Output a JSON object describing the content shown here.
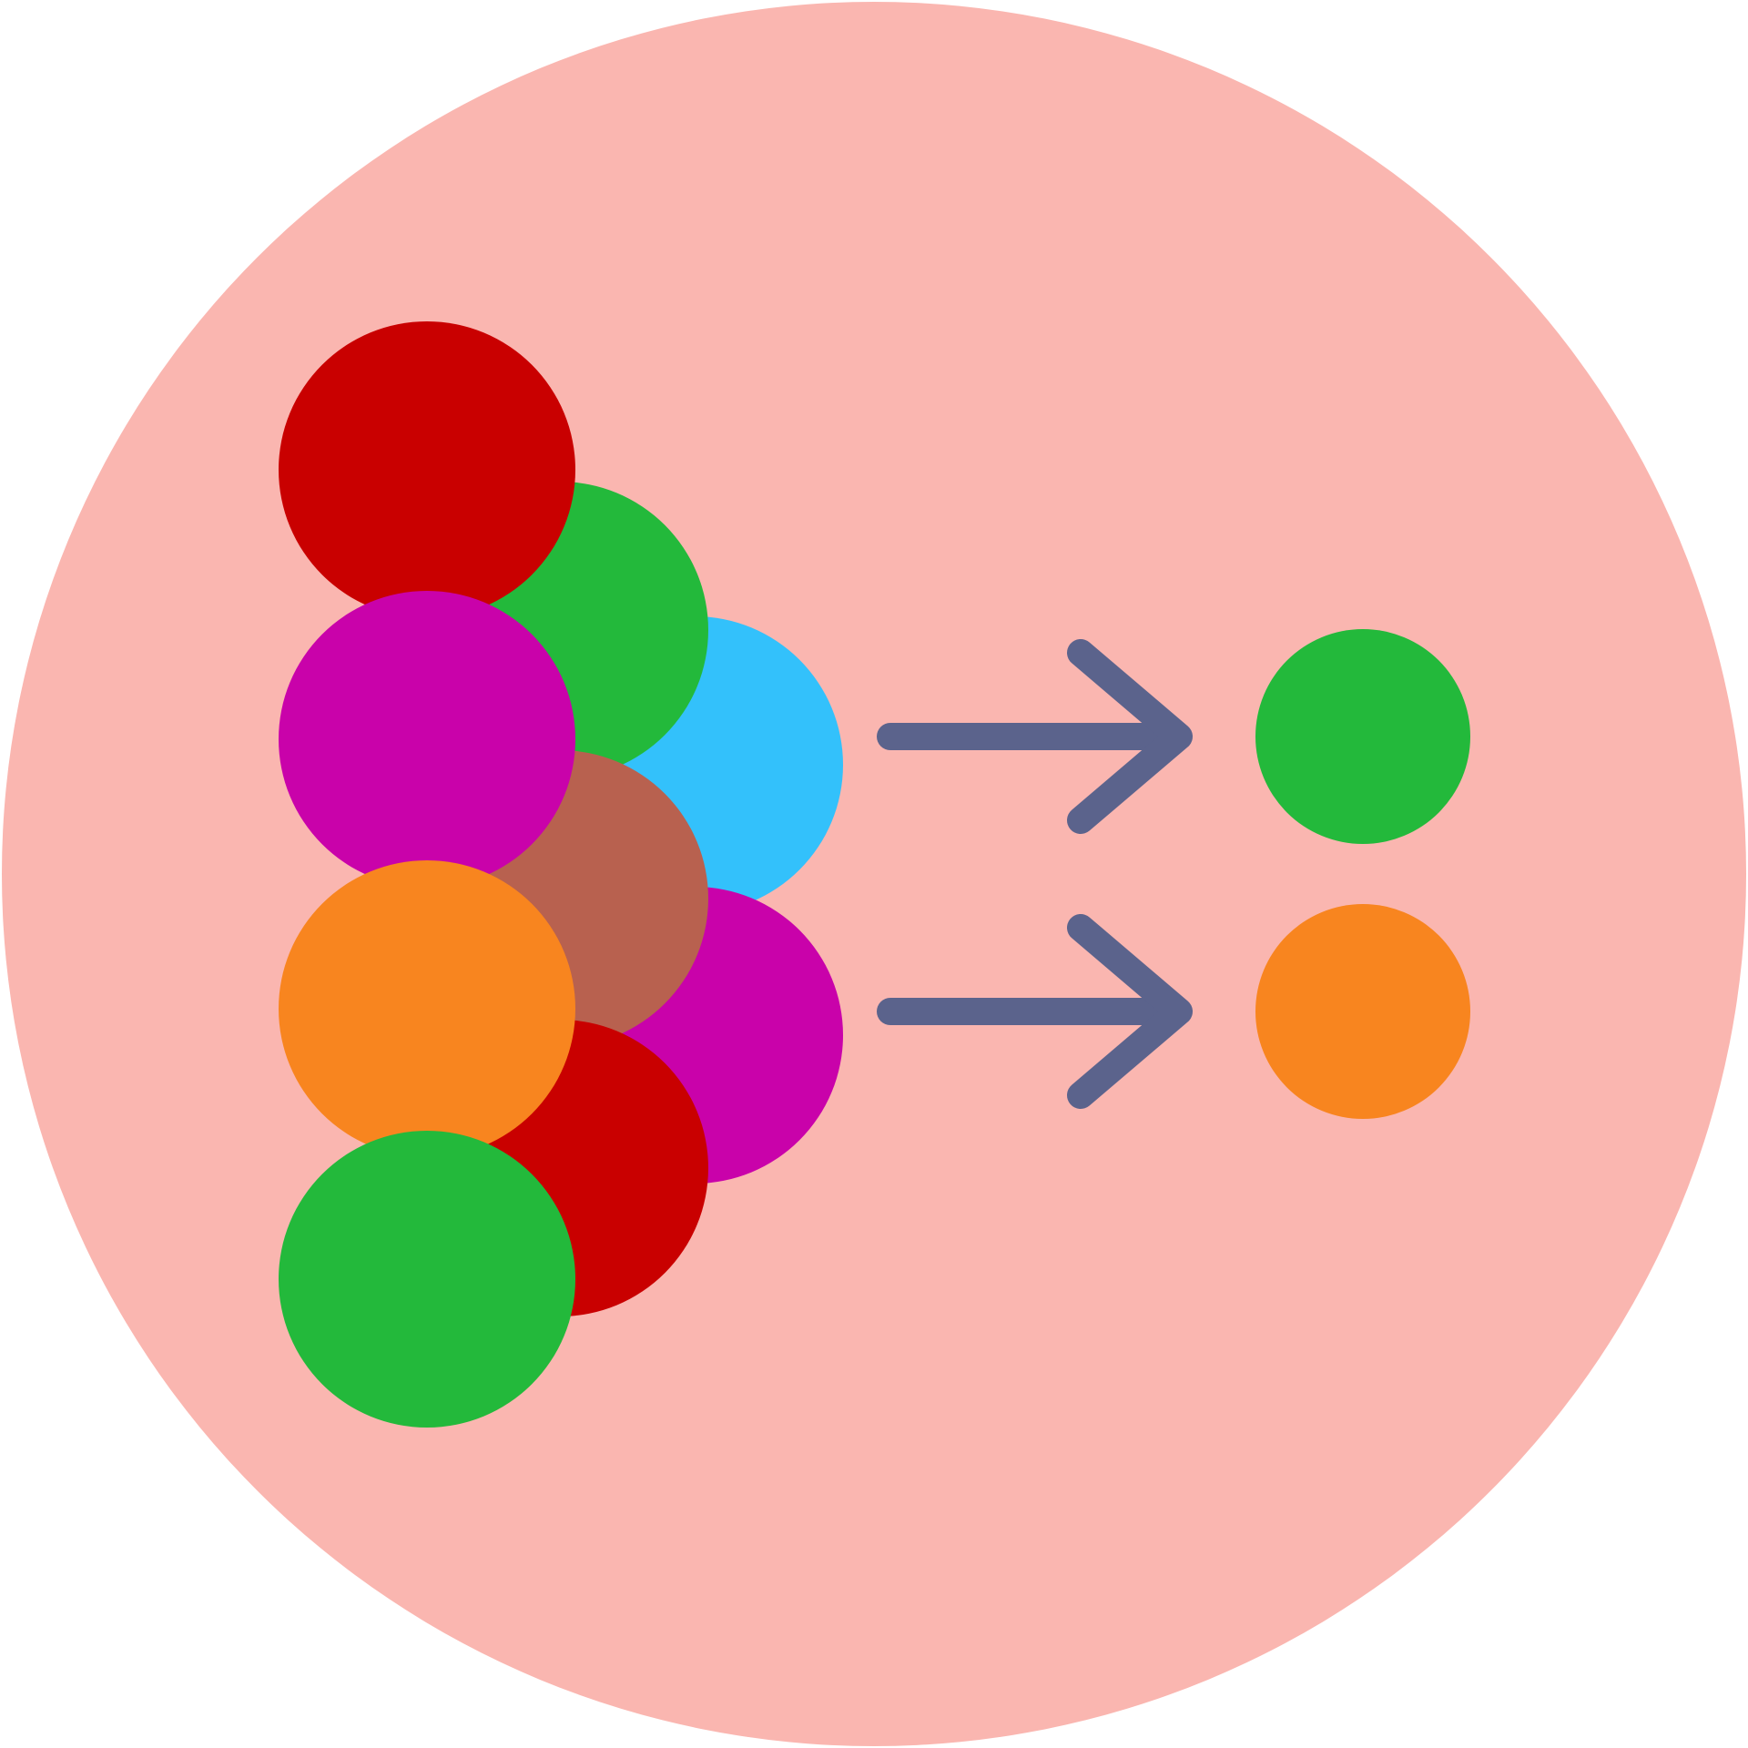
{
  "colors": {
    "background_disc": "#fab6b0",
    "arrow": "#5b638c",
    "red": "#c90000",
    "green": "#23b93b",
    "magenta": "#c902aa",
    "blue": "#33c1fb",
    "brown": "#b8614f",
    "orange": "#f8851f"
  },
  "icons": {
    "background": "background-disc",
    "input_group": "colored-balls-cluster-icon",
    "arrows": "right-arrow-icon",
    "outputs": "filtered-ball-icon"
  },
  "cluster": {
    "back_column": [
      "blue",
      "magenta"
    ],
    "middle_column": [
      "green",
      "brown",
      "red"
    ],
    "front_column": [
      "red",
      "magenta",
      "orange",
      "green"
    ]
  },
  "outputs": [
    "green",
    "orange"
  ]
}
